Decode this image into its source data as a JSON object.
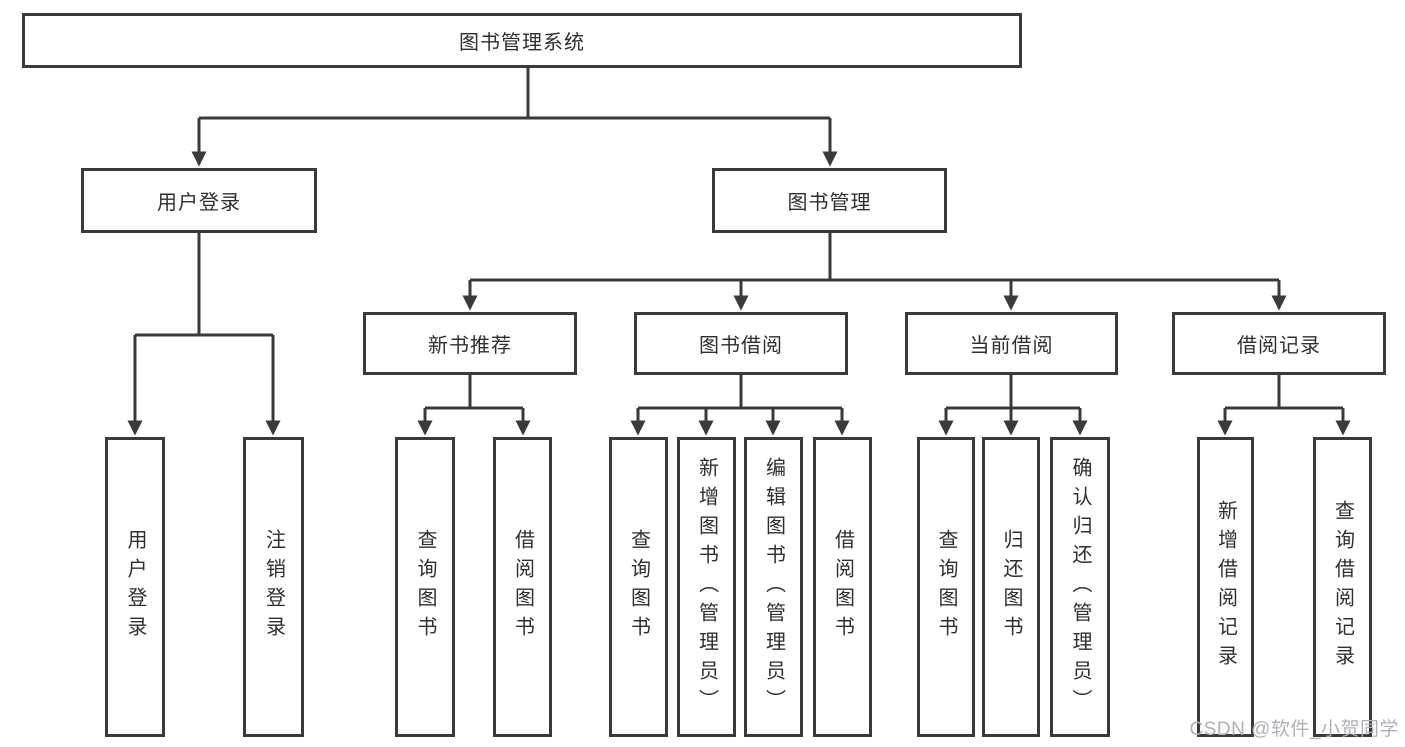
{
  "nodes": {
    "root": "图书管理系统",
    "level2": {
      "user_login": "用户登录",
      "book_mgmt": "图书管理"
    },
    "level3": {
      "new_books": "新书推荐",
      "borrow": "图书借阅",
      "current": "当前借阅",
      "records": "借阅记录"
    },
    "leaves": {
      "user_login": "用户登录",
      "logout": "注销登录",
      "query_book_newrec": "查询图书",
      "borrow_book_newrec": "借阅图书",
      "query_book_borrow": "查询图书",
      "add_book_admin": "新增图书（管理员）",
      "edit_book_admin": "编辑图书（管理员）",
      "borrow_book_borrow": "借阅图书",
      "query_book_current": "查询图书",
      "return_book": "归还图书",
      "confirm_return_admin": "确认归还（管理员）",
      "add_borrow_record": "新增借阅记录",
      "query_borrow_record": "查询借阅记录"
    }
  },
  "watermark": "CSDN @软件_小贺同学",
  "colors": {
    "line": "#3a3a3a",
    "text": "#2f2f2f",
    "watermark": "#b0b0b6"
  }
}
